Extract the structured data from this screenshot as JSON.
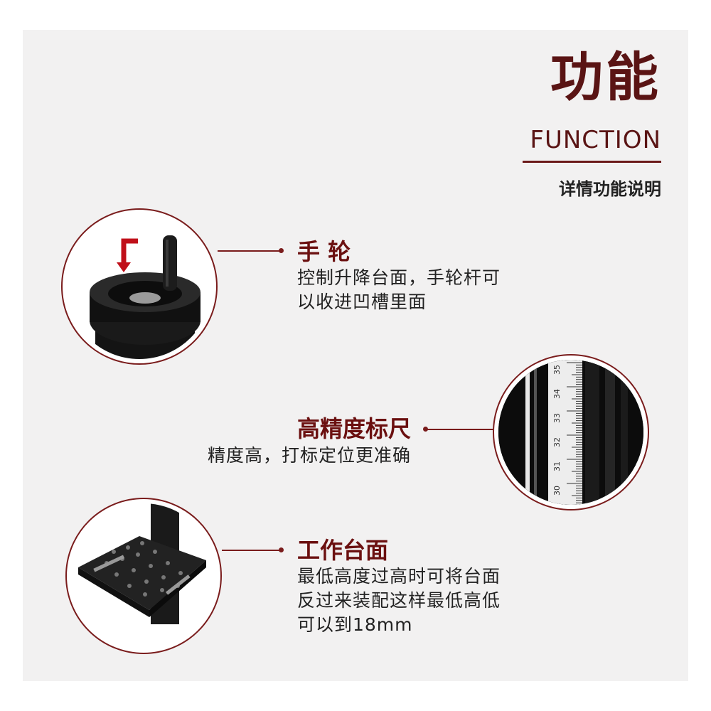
{
  "header": {
    "title": "功能",
    "subtitle": "FUNCTION",
    "caption": "详情功能说明"
  },
  "features": [
    {
      "title": "手 轮",
      "lines": [
        "控制升降台面，手轮杆可",
        "以收进凹槽里面"
      ],
      "icon": "handwheel"
    },
    {
      "title": "高精度标尺",
      "lines": [
        "精度高，打标定位更准确"
      ],
      "icon": "ruler"
    },
    {
      "title": "工作台面",
      "lines": [
        "最低高度过高时可将台面",
        "反过来装配这样最低高低",
        "可以到18mm"
      ],
      "icon": "worktable"
    }
  ],
  "ruler_ticks": [
    "35",
    "34",
    "33",
    "32",
    "31",
    "30"
  ],
  "colors": {
    "accent": "#6b1010",
    "border": "#7a1c1c",
    "panel": "#f2f1f1"
  }
}
